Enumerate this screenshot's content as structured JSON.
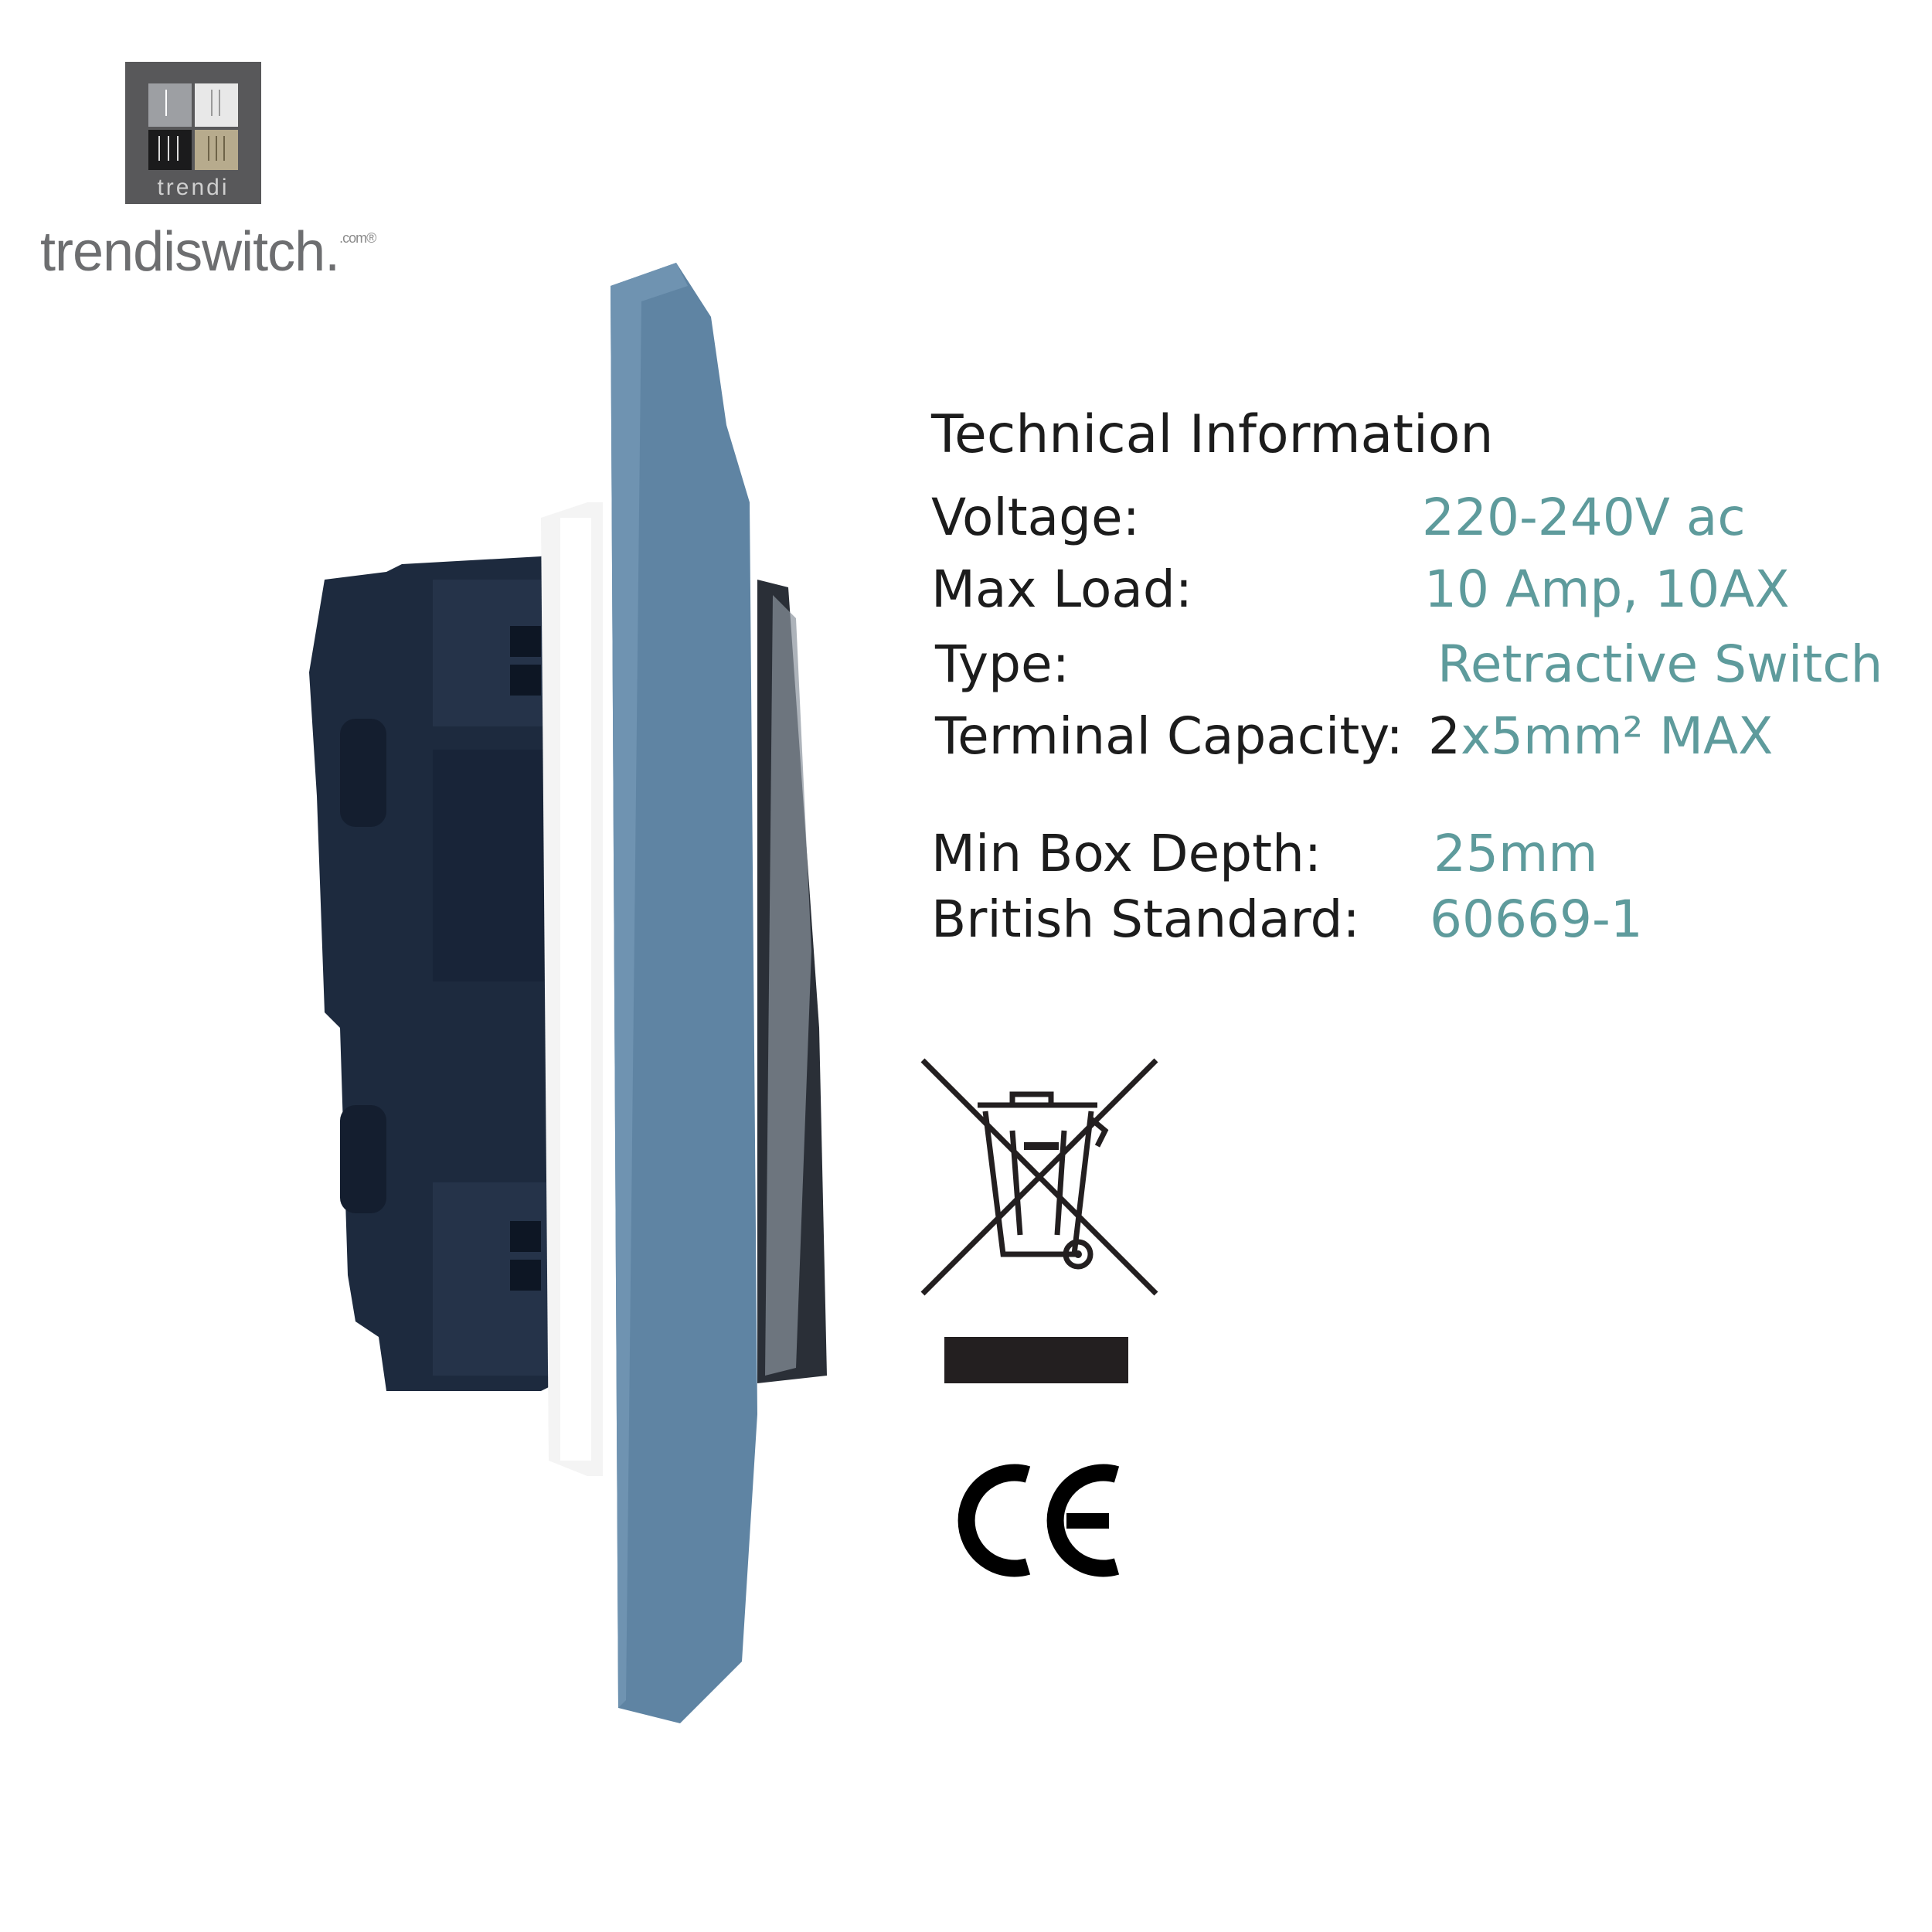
{
  "brand": {
    "logo_text": "trendi",
    "wordmark": "trendiswitch.",
    "wordmark_suffix": ".com®"
  },
  "product": {
    "icon": "light-switch-side-view",
    "colors": {
      "faceplate": "#5f84a3",
      "module": "#1d2a3e",
      "mounting_frame": "#ffffff",
      "rocker": "#2a2f37"
    }
  },
  "technical_info": {
    "title": "Technical Information",
    "rows": [
      {
        "label": "Voltage:",
        "value": "220-240V ac"
      },
      {
        "label": "Max Load:",
        "value": "10 Amp, 10AX"
      },
      {
        "label": "Type:",
        "value": "Retractive Switch"
      },
      {
        "label": "Terminal Capacity:",
        "value_prefix": "2",
        "value": "x5mm² MAX"
      },
      {
        "label": "Min Box Depth:",
        "value": "25mm"
      },
      {
        "label": "British Standard:",
        "value": "60669-1"
      }
    ],
    "label_color": "#1c1c1c",
    "value_color": "#5e9b9c"
  },
  "symbols": {
    "weee": "crossed-out-wheelie-bin-icon",
    "ce": "ce-mark-icon"
  }
}
